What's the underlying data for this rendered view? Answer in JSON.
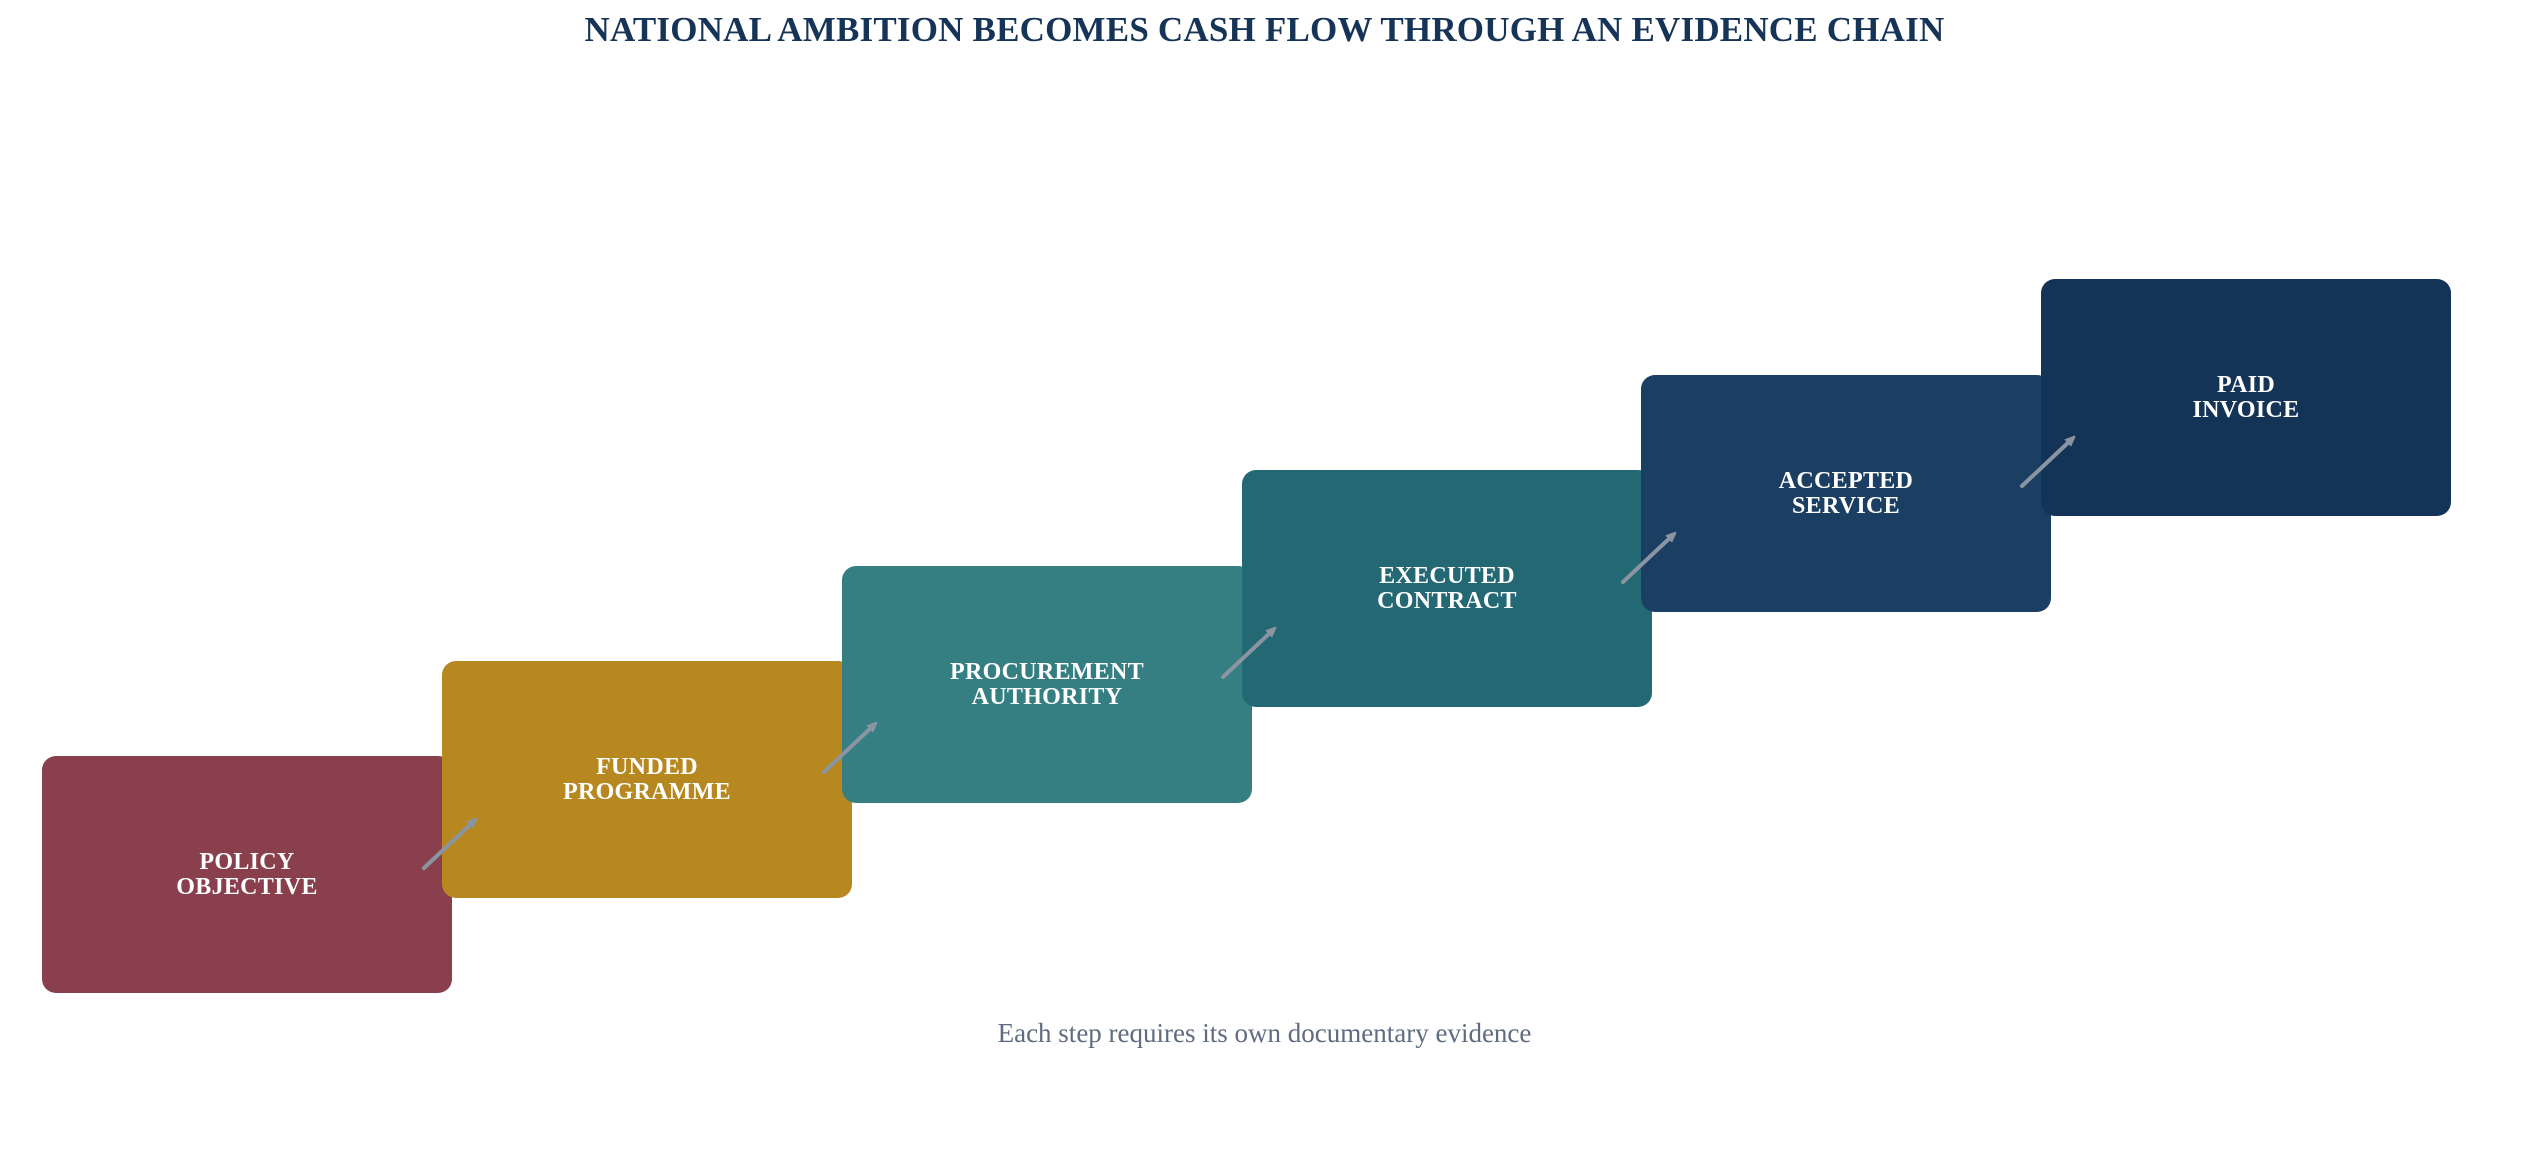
{
  "title": "NATIONAL AMBITION BECOMES CASH FLOW THROUGH AN EVIDENCE CHAIN",
  "steps": [
    {
      "line1": "POLICY",
      "line2": "OBJECTIVE",
      "color": "#8a3f4c"
    },
    {
      "line1": "FUNDED",
      "line2": "PROGRAMME",
      "color": "#b78820"
    },
    {
      "line1": "PROCUREMENT",
      "line2": "AUTHORITY",
      "color": "#357f82"
    },
    {
      "line1": "EXECUTED",
      "line2": "CONTRACT",
      "color": "#236873"
    },
    {
      "line1": "ACCEPTED",
      "line2": "SERVICE",
      "color": "#1b3e63"
    },
    {
      "line1": "PAID",
      "line2": "INVOICE",
      "color": "#143457"
    }
  ],
  "arrow_color": "#8b95a1",
  "footer": "Each step requires its own documentary evidence"
}
